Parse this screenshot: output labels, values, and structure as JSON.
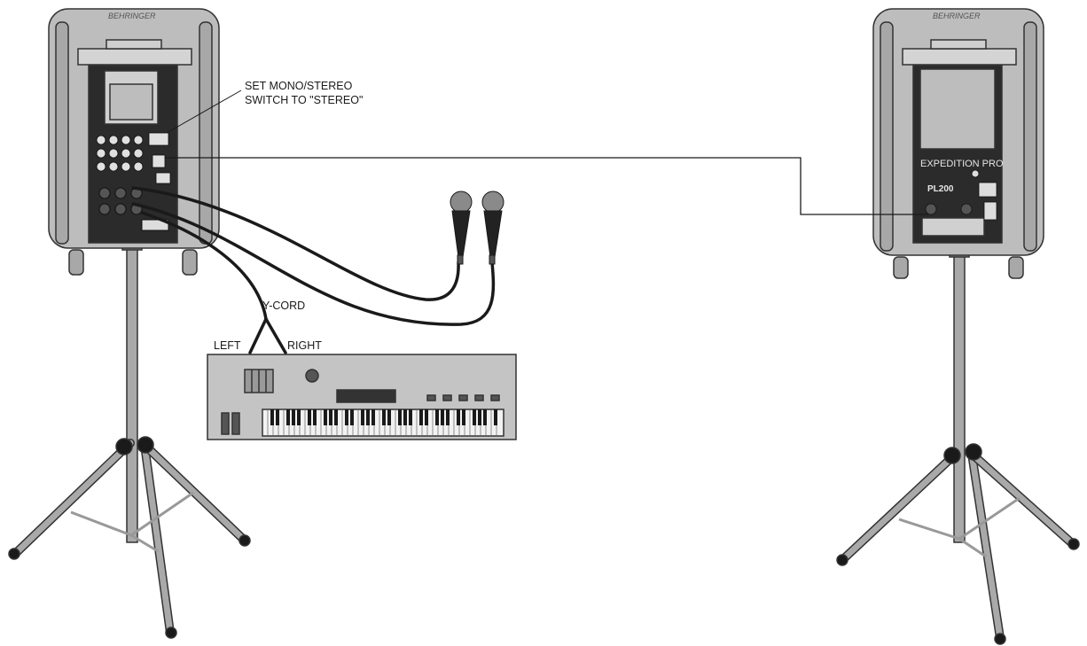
{
  "labels": {
    "switch_note_line1": "SET MONO/STEREO",
    "switch_note_line2": "SWITCH TO \"STEREO\"",
    "y_cord": "Y-CORD",
    "left": "LEFT",
    "right": "RIGHT"
  },
  "speakers": {
    "left_brand": "BEHRINGER",
    "right_brand": "BEHRINGER",
    "right_model": "EXPEDITION PRO",
    "right_model_code": "PL200"
  },
  "colors": {
    "outline": "#333333",
    "cabinet": "#bdbdbd",
    "panel": "#2b2b2b",
    "stand": "#a9a9a9",
    "cable": "#1a1a1a"
  }
}
